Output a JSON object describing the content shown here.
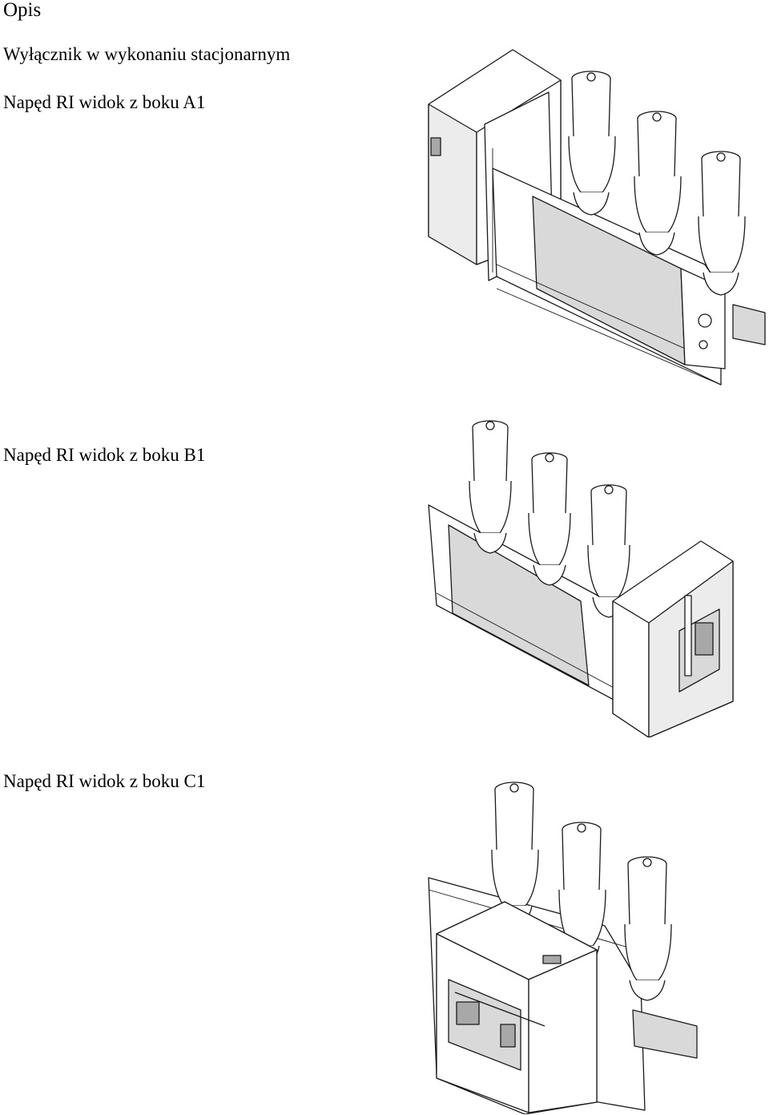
{
  "document": {
    "title": "Opis",
    "subtitle": "Wyłącznik w wykonaniu stacjonarnym",
    "views": [
      {
        "label": "Napęd RI widok z boku A1"
      },
      {
        "label": "Napęd RI widok z boku B1"
      },
      {
        "label": "Napęd RI widok z boku C1"
      }
    ]
  }
}
